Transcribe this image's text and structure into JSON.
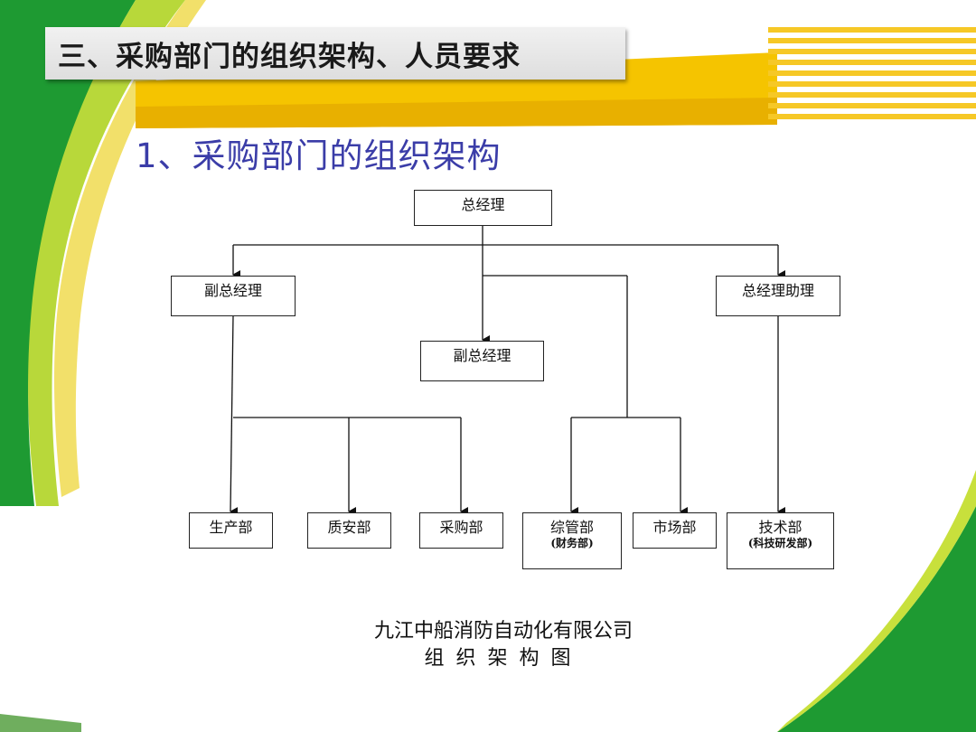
{
  "slide": {
    "section_title": "三、采购部门的组织架构、人员要求",
    "subtitle": "1、采购部门的组织架构",
    "company_name": "九江中船消防自动化有限公司",
    "chart_caption": "组织架构图"
  },
  "org_chart": {
    "general_manager": {
      "label": "总经理"
    },
    "deputy_gm_left": {
      "label": "副总经理"
    },
    "deputy_gm_center": {
      "label": "副总经理"
    },
    "gm_assistant": {
      "label": "总经理助理"
    },
    "departments": {
      "production": {
        "label": "生产部"
      },
      "quality_safety": {
        "label": "质安部"
      },
      "purchasing": {
        "label": "采购部"
      },
      "general_management": {
        "label": "综管部",
        "sublabel": "(财务部)"
      },
      "marketing": {
        "label": "市场部"
      },
      "technology": {
        "label": "技术部",
        "sublabel": "(科技研发部)"
      }
    }
  },
  "colors": {
    "green": "#1e9a32",
    "lime": "#c8e03c",
    "yellow": "#f5c400",
    "subtitle_blue": "#3b3da8"
  }
}
